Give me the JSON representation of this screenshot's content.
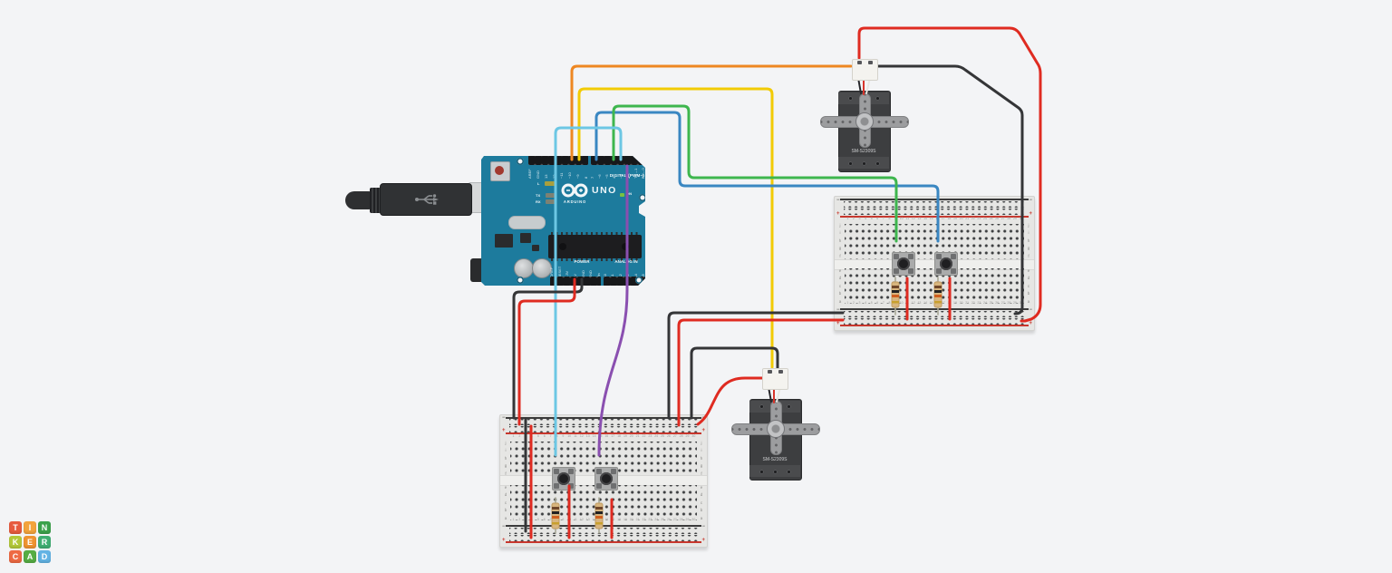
{
  "app": {
    "name": "Tinkercad",
    "logo_tiles": [
      {
        "label": "T",
        "color": "#e75b3f"
      },
      {
        "label": "I",
        "color": "#f2a33c"
      },
      {
        "label": "N",
        "color": "#3ca24c"
      },
      {
        "label": "K",
        "color": "#b2c83a"
      },
      {
        "label": "E",
        "color": "#ef9331"
      },
      {
        "label": "R",
        "color": "#3fae72"
      },
      {
        "label": "C",
        "color": "#ee6a43"
      },
      {
        "label": "A",
        "color": "#56ad44"
      },
      {
        "label": "D",
        "color": "#62b3e4"
      }
    ]
  },
  "arduino": {
    "brand": "ARDUINO",
    "model": "UNO",
    "digital_label": "DIGITAL (PWM~)",
    "power_label": "POWER",
    "analog_label": "ANALOG IN",
    "on_label": "ON",
    "l_label": "L",
    "tx_label": "TX",
    "rx_label": "RX",
    "digital_pins_left": [
      "AREF",
      "GND",
      "13",
      "12",
      "~11",
      "~10",
      "~9",
      "8"
    ],
    "digital_pins_right": [
      "7",
      "~6",
      "~5",
      "4",
      "~3",
      "2",
      "TX→1",
      "RX←0"
    ],
    "power_pins": [
      "IOREF",
      "RESET",
      "3.3V",
      "5V",
      "GND",
      "GND",
      "Vin"
    ],
    "analog_pins": [
      "A0",
      "A1",
      "A2",
      "A3",
      "A4",
      "A5"
    ]
  },
  "servos": [
    {
      "label": "SM-S2309S"
    },
    {
      "label": "SM-S2309S"
    }
  ],
  "breadboard": {
    "columns": [
      "1",
      "2",
      "3",
      "4",
      "5",
      "6",
      "7",
      "8",
      "9",
      "10",
      "11",
      "12",
      "13",
      "14",
      "15",
      "16",
      "17",
      "18",
      "19",
      "20",
      "21",
      "22",
      "23",
      "24",
      "25",
      "26",
      "27",
      "28",
      "29",
      "30"
    ],
    "rows_upper": [
      "j",
      "i",
      "h",
      "g",
      "f"
    ],
    "rows_lower": [
      "e",
      "d",
      "c",
      "b",
      "a"
    ],
    "plus": "+",
    "minus": "−"
  },
  "wire_colors": {
    "orange": "#ee8722",
    "yellow": "#f2cb05",
    "blue": "#3a87c2",
    "green": "#3eb64e",
    "cyan": "#6cc7e4",
    "purple": "#8a4fb0",
    "red": "#df2b21",
    "black": "#343537",
    "strand_white": "#e9e7e2",
    "strand_red": "#d8342a",
    "strand_black": "#26262a",
    "lead": "#a8a896"
  },
  "wires": [
    {
      "color": "orange",
      "from": "Arduino pin ~11",
      "to": "servo 1 signal"
    },
    {
      "color": "yellow",
      "from": "Arduino pin ~10",
      "to": "servo 2 signal"
    },
    {
      "color": "blue",
      "from": "Arduino pin 7",
      "to": "right breadboard button 2"
    },
    {
      "color": "green",
      "from": "Arduino pin 4",
      "to": "right breadboard button 1"
    },
    {
      "color": "cyan",
      "from": "Arduino pin ~3",
      "to": "bottom breadboard button 1"
    },
    {
      "color": "purple",
      "from": "Arduino pin 2",
      "to": "bottom breadboard button 2"
    },
    {
      "color": "red",
      "from": "Arduino 5V",
      "to": "bottom breadboard + rail"
    },
    {
      "color": "black",
      "from": "Arduino GND",
      "to": "bottom breadboard − rail"
    },
    {
      "color": "red",
      "from": "bottom breadboard + rail",
      "to": "right breadboard + rail"
    },
    {
      "color": "black",
      "from": "bottom breadboard − rail",
      "to": "right breadboard − rail"
    },
    {
      "color": "red",
      "from": "servo 2 power",
      "to": "bottom breadboard + rail"
    },
    {
      "color": "black",
      "from": "servo 2 ground",
      "to": "bottom breadboard − rail"
    },
    {
      "color": "red",
      "from": "servo 1 power",
      "to": "right breadboard + rail"
    },
    {
      "color": "black",
      "from": "servo 1 ground",
      "to": "right breadboard − rail"
    }
  ]
}
